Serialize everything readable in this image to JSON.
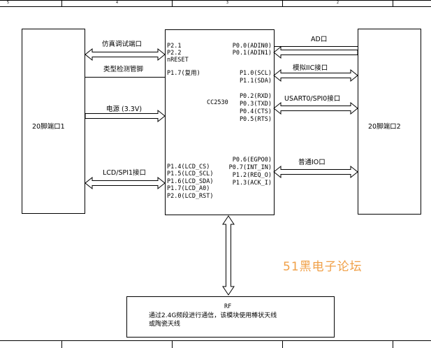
{
  "ruler": [
    "5",
    "4",
    "3",
    "2"
  ],
  "left_block": {
    "label": "20脚端口1"
  },
  "right_block": {
    "label": "20脚端口2"
  },
  "chip": {
    "name": "CC2530",
    "left_pins": {
      "p21": "P2.1",
      "p22": "P2.2",
      "nreset": "nRESET",
      "p17": "P1.7(复用)",
      "p14": "P1.4(LCD_CS)",
      "p15": "P1.5(LCD_SCL)",
      "p16": "P1.6(LCD_SDA)",
      "p17b": "P1.7(LCD_A0)",
      "p20": "P2.0(LCD_RST)"
    },
    "right_pins": {
      "p00": "P0.0(ADIN0)",
      "p01": "P0.1(ADIN1)",
      "p10": "P1.0(SCL)",
      "p11": "P1.1(SDA)",
      "p02": "P0.2(RXD)",
      "p03": "P0.3(TXD)",
      "p04": "P0.4(CTS)",
      "p05": "P0.5(RTS)",
      "p06": "P0.6(EGPO0)",
      "p07": "P0.7(INT_IN)",
      "p12": "P1.2(REQ_O)",
      "p13": "P1.3(ACK_I)"
    }
  },
  "links": {
    "debug": "仿真调试端口",
    "type_detect": "类型检测管脚",
    "power": "电源 (3.3V)",
    "lcd_spi": "LCD/SPI1接口",
    "ad": "AD口",
    "iic": "模拟IIC接口",
    "usart": "USART0/SPI0接口",
    "gpio": "普通IO口"
  },
  "rf": {
    "title": "RF",
    "line1": "通过2.4G频段进行通信，该模块使用棒状天线",
    "line2": "或陶瓷天线"
  },
  "watermark": "51黑电子论坛"
}
